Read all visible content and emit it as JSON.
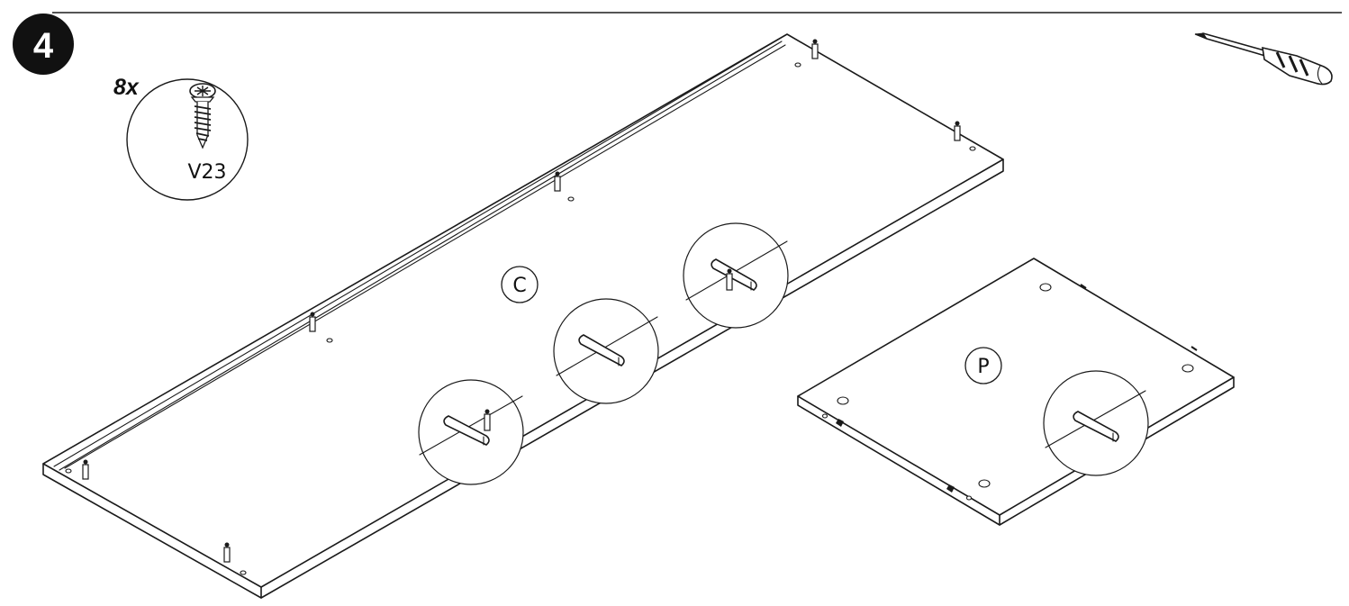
{
  "step": {
    "number": "4"
  },
  "fastener": {
    "quantity": "8x",
    "code": "V23",
    "icon": "screw-icon"
  },
  "tool": {
    "icon": "screwdriver-icon"
  },
  "parts": [
    {
      "label": "C"
    },
    {
      "label": "P"
    }
  ],
  "colors": {
    "ink": "#1a1a1a",
    "background": "#ffffff"
  }
}
